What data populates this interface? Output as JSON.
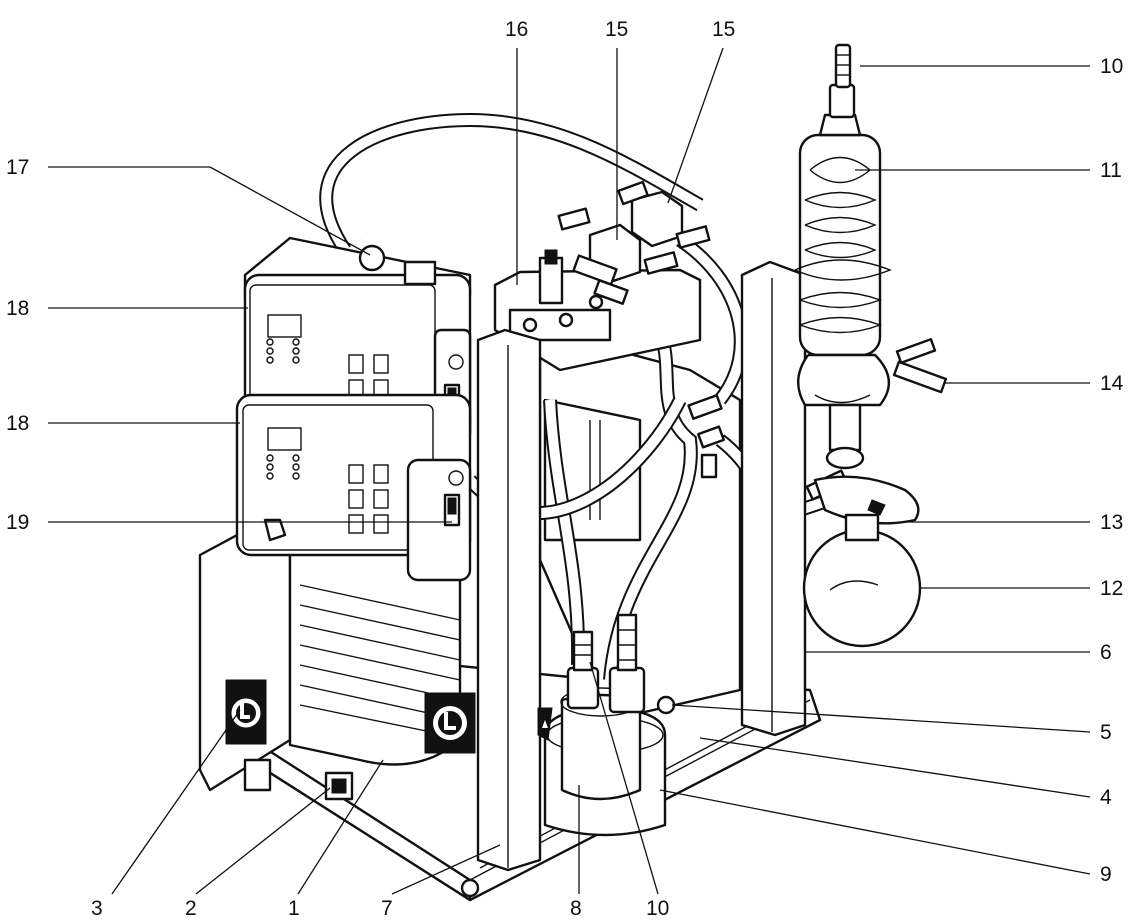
{
  "callouts": [
    {
      "id": "c10top",
      "label": "10"
    },
    {
      "id": "c11",
      "label": "11"
    },
    {
      "id": "c14",
      "label": "14"
    },
    {
      "id": "c13",
      "label": "13"
    },
    {
      "id": "c12",
      "label": "12"
    },
    {
      "id": "c6",
      "label": "6"
    },
    {
      "id": "c5",
      "label": "5"
    },
    {
      "id": "c4",
      "label": "4"
    },
    {
      "id": "c9",
      "label": "9"
    },
    {
      "id": "c17",
      "label": "17"
    },
    {
      "id": "c18a",
      "label": "18"
    },
    {
      "id": "c18b",
      "label": "18"
    },
    {
      "id": "c19",
      "label": "19"
    },
    {
      "id": "c16",
      "label": "16"
    },
    {
      "id": "c15a",
      "label": "15"
    },
    {
      "id": "c15b",
      "label": "15"
    },
    {
      "id": "c3",
      "label": "3"
    },
    {
      "id": "c2",
      "label": "2"
    },
    {
      "id": "c1",
      "label": "1"
    },
    {
      "id": "c7",
      "label": "7"
    },
    {
      "id": "c8",
      "label": "8"
    },
    {
      "id": "c10bottom",
      "label": "10"
    }
  ]
}
